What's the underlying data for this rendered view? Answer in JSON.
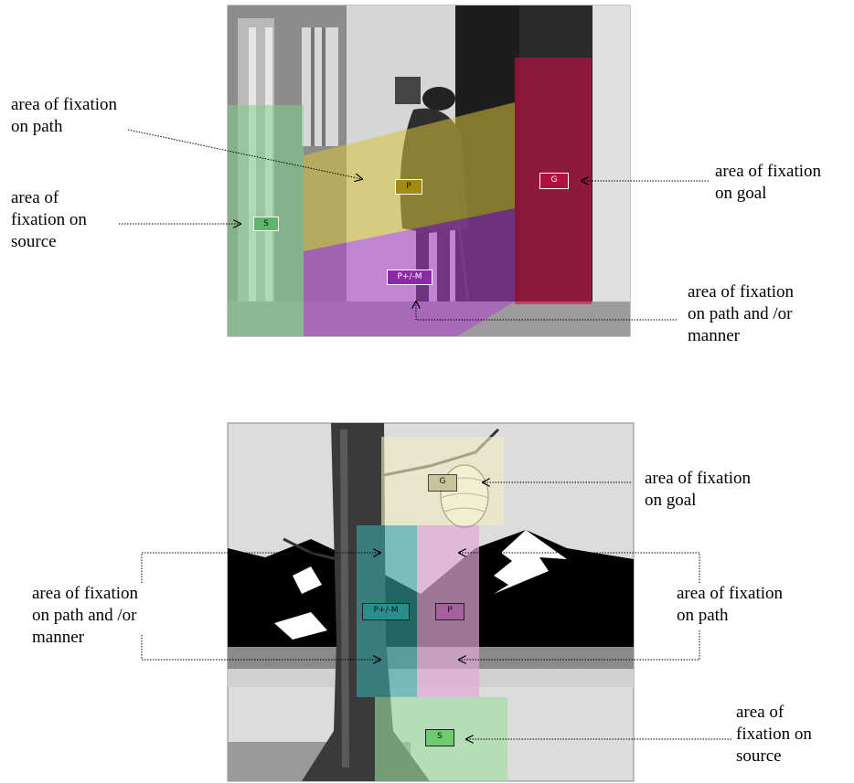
{
  "top_figure": {
    "labels": {
      "path": "area of fixation\non path",
      "source": "area of\nfixation on\nsource",
      "goal": "area of fixation\non goal",
      "path_manner": "area of fixation\non path and /or\nmanner"
    },
    "tags": {
      "source": "S",
      "path": "P",
      "goal": "G",
      "path_manner": "P+/-M"
    },
    "colors": {
      "source": "#7fd28a",
      "path": "#d9c23a",
      "goal": "#d0104a",
      "path_manner": "#b040d0"
    }
  },
  "bottom_figure": {
    "labels": {
      "goal": "area of fixation\non goal",
      "path_manner": "area of fixation\non path and /or\nmanner",
      "path": "area of fixation\non path",
      "source": "area of\nfixation on\nsource"
    },
    "tags": {
      "goal": "G",
      "path_manner": "P+/-M",
      "path": "P",
      "source": "S"
    },
    "colors": {
      "goal": "#f0ecc0",
      "path_manner": "#3aa8a8",
      "path": "#e0a8d8",
      "source": "#9de09d"
    }
  }
}
